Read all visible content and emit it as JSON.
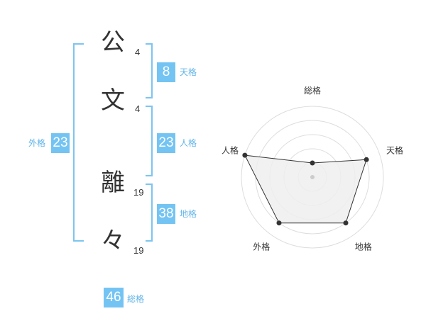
{
  "characters": [
    {
      "char": "公",
      "strokes": "4"
    },
    {
      "char": "文",
      "strokes": "4"
    },
    {
      "char": "離",
      "strokes": "19"
    },
    {
      "char": "々",
      "strokes": "19"
    }
  ],
  "scores": {
    "tenkaku": {
      "value": "8",
      "label": "天格"
    },
    "jinkaku": {
      "value": "23",
      "label": "人格"
    },
    "chikaku": {
      "value": "38",
      "label": "地格"
    },
    "gaikaku": {
      "value": "23",
      "label": "外格"
    },
    "soukaku": {
      "value": "46",
      "label": "総格"
    }
  },
  "colors": {
    "accent": "#74c4f3",
    "bracket": "#7cc5f1",
    "label": "#62b4e8",
    "text": "#333333"
  },
  "chart_data": {
    "type": "radar",
    "axes": [
      "総格",
      "天格",
      "地格",
      "外格",
      "人格"
    ],
    "values": [
      1,
      4,
      4,
      4,
      5
    ],
    "range": [
      0,
      5
    ],
    "rings": 5,
    "fill": "#eeeeee",
    "stroke": "#333333"
  }
}
